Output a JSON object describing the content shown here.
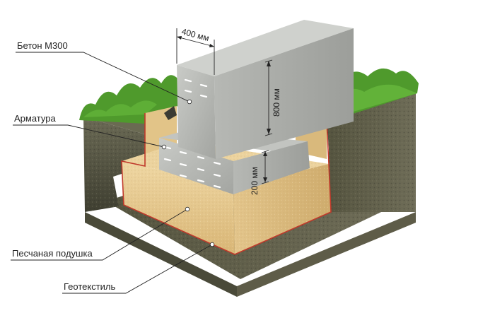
{
  "labels": {
    "concrete": "Бетон М300",
    "rebar": "Арматура",
    "sand": "Песчаная подушка",
    "geotextile": "Геотекстиль"
  },
  "dimensions": {
    "width": "400 мм",
    "height": "800 мм",
    "step": "200 мм"
  },
  "colors": {
    "concrete": "#b9bbb7",
    "sand": "#e6c98f",
    "soil": "#5a5a46",
    "grass": "#4f9a2c",
    "geotextile_edge": "#c0392b"
  }
}
